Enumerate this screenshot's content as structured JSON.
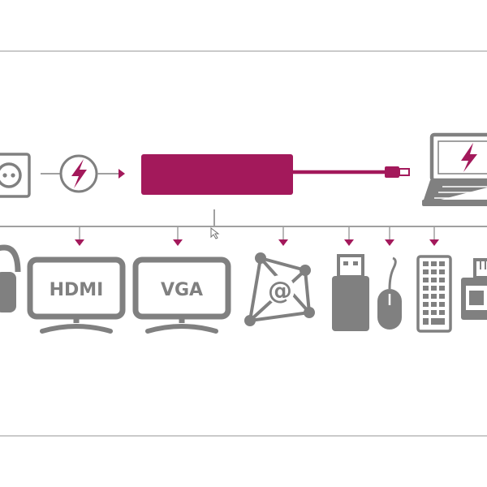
{
  "diagram": {
    "colors": {
      "accent": "#a3195b",
      "device_gray": "#808080",
      "line_gray": "#a0a0a0",
      "border_gray": "#b8b8b8",
      "background": "#ffffff"
    },
    "devices": [
      {
        "id": "headphones",
        "icon": "headphones-icon",
        "label": ""
      },
      {
        "id": "hdmi-monitor",
        "icon": "monitor-icon",
        "label": "HDMI"
      },
      {
        "id": "vga-monitor",
        "icon": "monitor-icon",
        "label": "VGA"
      },
      {
        "id": "network",
        "icon": "network-at-icon",
        "label": "@"
      },
      {
        "id": "usb-stick",
        "icon": "usb-stick-icon",
        "label": ""
      },
      {
        "id": "mouse",
        "icon": "mouse-icon",
        "label": ""
      },
      {
        "id": "keyboard",
        "icon": "keyboard-icon",
        "label": ""
      },
      {
        "id": "card-reader",
        "icon": "sd-card-icon",
        "label": ""
      }
    ],
    "power_chain": [
      {
        "id": "wall-socket",
        "icon": "wall-socket-icon"
      },
      {
        "id": "power-adapter",
        "icon": "lightning-bolt-icon"
      },
      {
        "id": "usb-c-hub",
        "icon": "hub-icon"
      },
      {
        "id": "laptop",
        "icon": "laptop-icon"
      }
    ]
  }
}
